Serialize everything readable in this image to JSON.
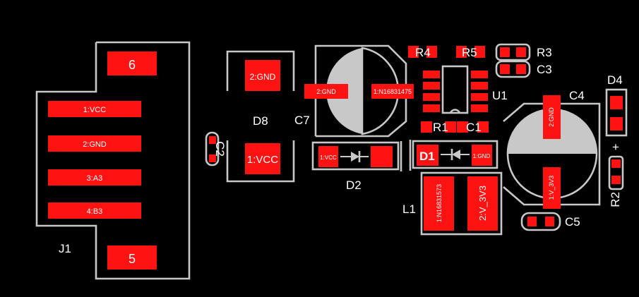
{
  "board": {
    "background": "#000000",
    "pad_color": "#ff1212",
    "silk_color": "#c8c8c8",
    "text_color": "#ffffff"
  },
  "j1": {
    "ref": "J1",
    "pins": [
      "6",
      "1:VCC",
      "2:GND",
      "3:A3",
      "4:B3",
      "5"
    ]
  },
  "d8": {
    "ref": "D8",
    "pad_top": "2:GND",
    "pad_bottom": "1:VCC"
  },
  "c2": {
    "ref": "C2"
  },
  "c7": {
    "ref": "C7",
    "pad_left": "2:GND",
    "pad_right": "1:N16831475"
  },
  "r4": {
    "ref": "R4"
  },
  "r5": {
    "ref": "R5"
  },
  "r3": {
    "ref": "R3"
  },
  "c3": {
    "ref": "C3"
  },
  "u1": {
    "ref": "U1"
  },
  "r1": {
    "ref": "R1"
  },
  "c1": {
    "ref": "C1"
  },
  "d2": {
    "ref": "D2",
    "pad_left": "1:VCC"
  },
  "d1": {
    "ref": "D1",
    "pad_right": "1:GND"
  },
  "l1": {
    "ref": "L1",
    "pad_left": "1:N16831573",
    "pad_right": "2:V_3V3"
  },
  "c4": {
    "ref": "C4",
    "pad_top": "2:GND",
    "pad_bottom": "1:V_3V3"
  },
  "c5": {
    "ref": "C5"
  },
  "d4": {
    "ref": "D4"
  },
  "r2": {
    "ref": "R2",
    "polarity": "+"
  }
}
